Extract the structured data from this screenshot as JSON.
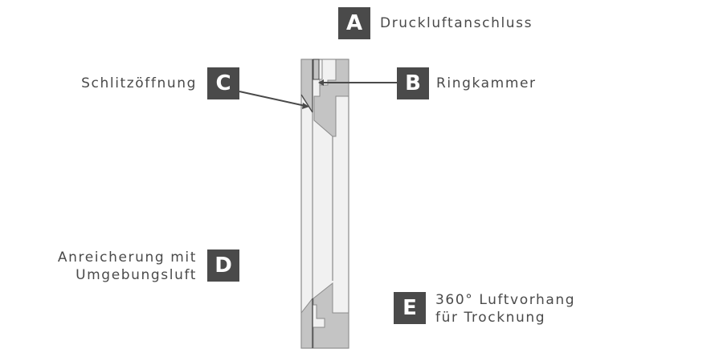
{
  "colors": {
    "badge_bg": "#4a4a4a",
    "badge_text": "#ffffff",
    "label_text": "#4a4a4a",
    "part_fill": "#c4c4c4",
    "air_fill": "#f1f1f1",
    "outline": "#8a8a8a",
    "arrow": "#4a4a4a"
  },
  "callouts": {
    "A": {
      "letter": "A",
      "label": "Druckluftanschluss"
    },
    "B": {
      "letter": "B",
      "label": "Ringkammer"
    },
    "C": {
      "letter": "C",
      "label": "Schlitzöffnung"
    },
    "D": {
      "letter": "D",
      "label_line1": "Anreicherung mit",
      "label_line2": "Umgebungsluft"
    },
    "E": {
      "letter": "E",
      "label_line1": "360° Luftvorhang",
      "label_line2": "für Trocknung"
    }
  }
}
